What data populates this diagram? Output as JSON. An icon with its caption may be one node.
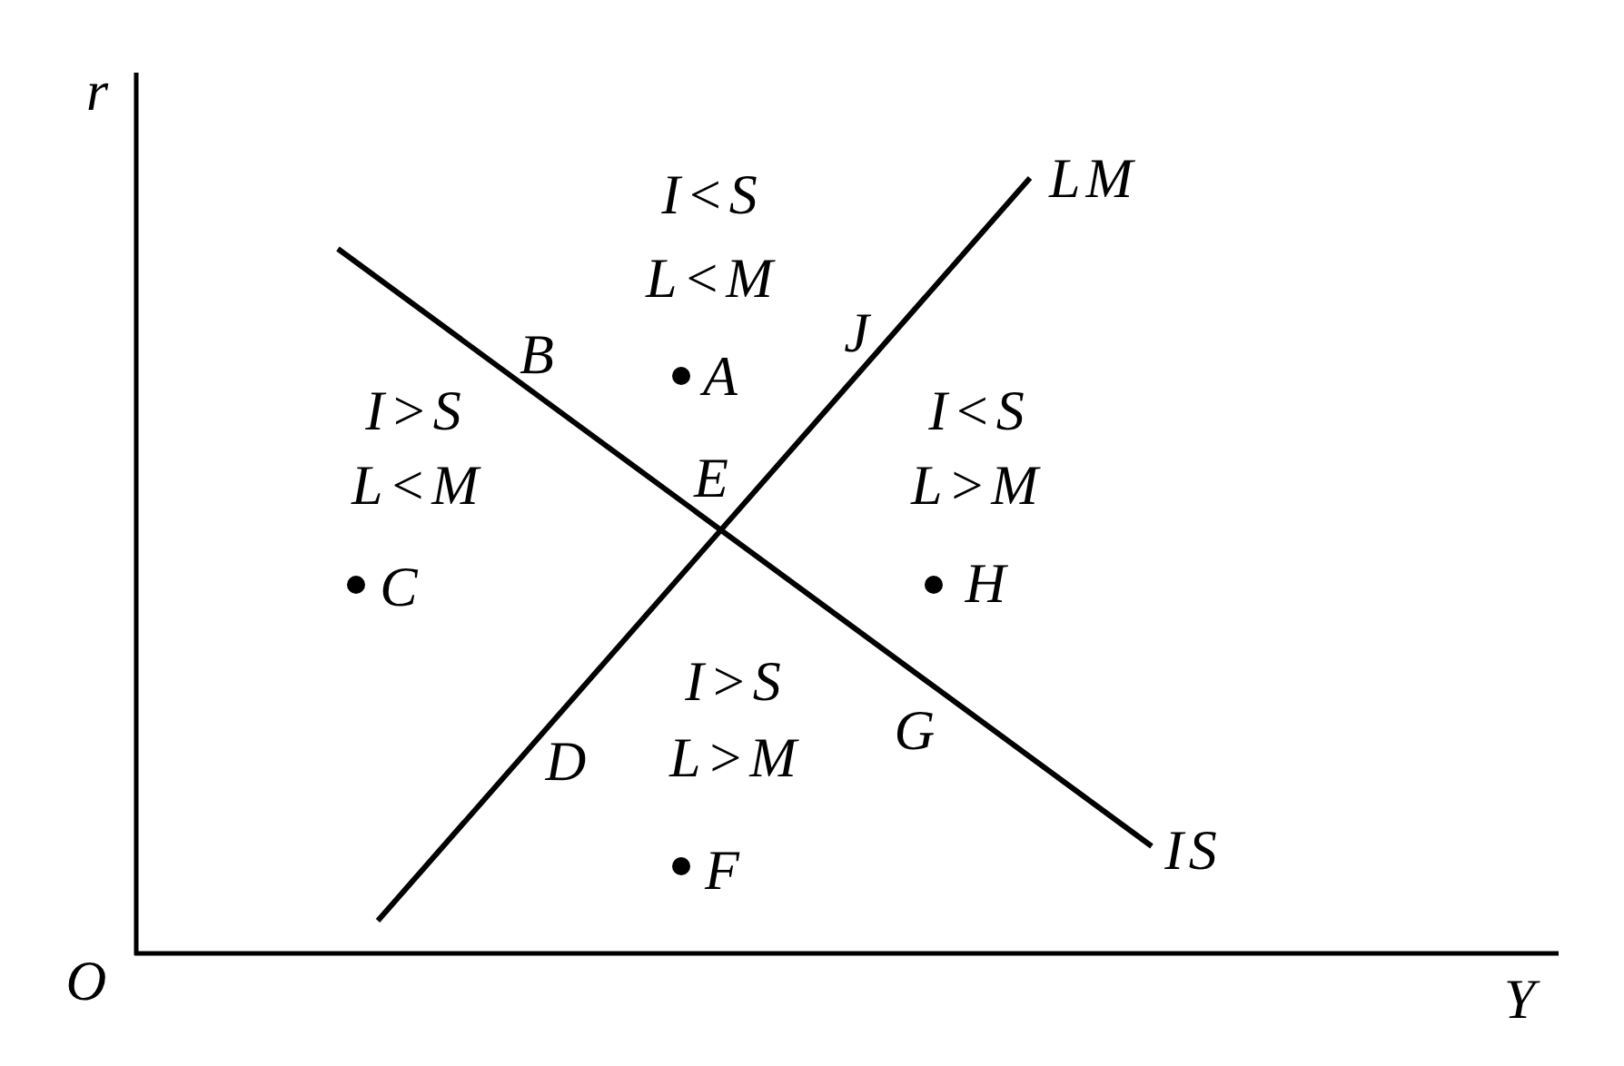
{
  "diagram": {
    "labels": [
      "r",
      "LM",
      "I<S",
      "L<M",
      "J",
      "B",
      "A",
      "I>S",
      "I<S",
      "E",
      "L<M",
      "L>M",
      "C",
      "H",
      "I>S",
      "G",
      "L>M",
      "D",
      "IS",
      "F",
      "O",
      "Y"
    ]
  }
}
